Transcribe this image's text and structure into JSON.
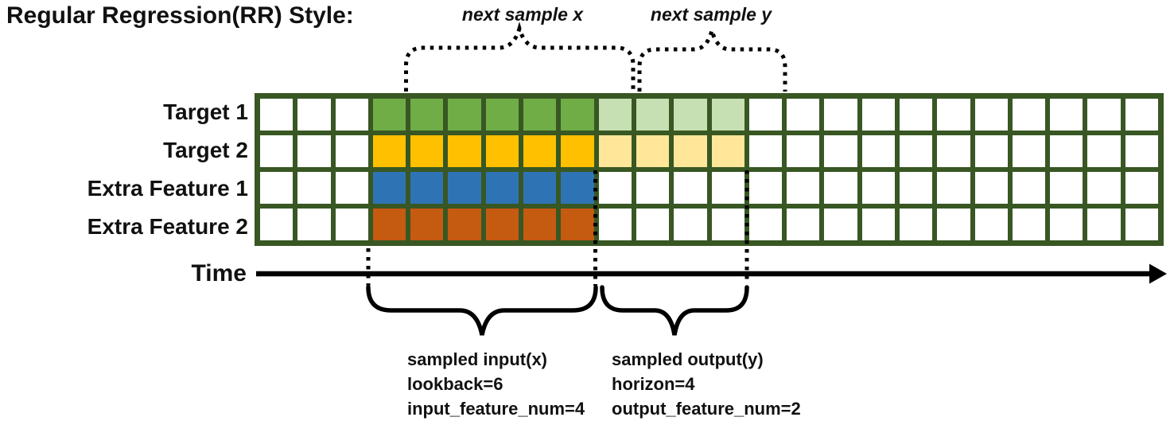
{
  "title": "Regular Regression(RR) Style:",
  "colors": {
    "grid_line": "#385723",
    "cell_empty": "#FFFFFF",
    "target1_fill": "#70AD47",
    "target1_light": "#C6E0B4",
    "target2_fill": "#FFC000",
    "target2_light": "#FFE699",
    "extra1_fill": "#2E74B5",
    "extra2_fill": "#C55A11",
    "ink": "#000000"
  },
  "grid": {
    "columns": 24,
    "leading_empty_columns": 3,
    "lookback": 6,
    "horizon": 4,
    "rows": [
      {
        "label": "Target 1",
        "fill": "#70AD47",
        "filled_start": 3,
        "filled_end": 9,
        "light_fill": "#C6E0B4",
        "light_start": 9,
        "light_end": 13
      },
      {
        "label": "Target 2",
        "fill": "#FFC000",
        "filled_start": 3,
        "filled_end": 9,
        "light_fill": "#FFE699",
        "light_start": 9,
        "light_end": 13
      },
      {
        "label": "Extra Feature 1",
        "fill": "#2E74B5",
        "filled_start": 3,
        "filled_end": 9
      },
      {
        "label": "Extra Feature 2",
        "fill": "#C55A11",
        "filled_start": 3,
        "filled_end": 9
      }
    ]
  },
  "annotations": {
    "next_sample_x": "next sample x",
    "next_sample_y": "next sample y"
  },
  "time_axis": {
    "label": "Time"
  },
  "sampled_input": {
    "title": "sampled input(x)",
    "lookback": "lookback=6",
    "feature_num": "input_feature_num=4"
  },
  "sampled_output": {
    "title": "sampled output(y)",
    "horizon": "horizon=4",
    "feature_num": "output_feature_num=2"
  }
}
